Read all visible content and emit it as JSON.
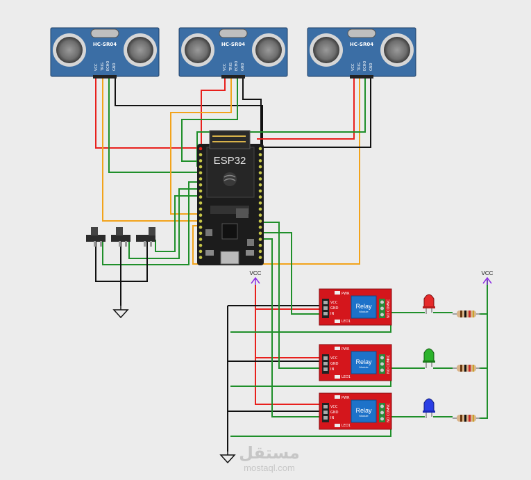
{
  "sensors": [
    {
      "model": "HC-SR04",
      "pins": [
        "VCC",
        "TRIG",
        "ECHO",
        "GND"
      ]
    },
    {
      "model": "HC-SR04",
      "pins": [
        "VCC",
        "TRIG",
        "ECHO",
        "GND"
      ]
    },
    {
      "model": "HC-SR04",
      "pins": [
        "VCC",
        "TRIG",
        "ECHO",
        "GND"
      ]
    }
  ],
  "mcu": {
    "label": "ESP32"
  },
  "power": {
    "vcc_left": "VCC",
    "vcc_right": "VCC"
  },
  "relays": [
    {
      "title": "Relay",
      "subtitle": "Module",
      "pwr": "PWR",
      "vcc": "VCC",
      "gnd": "GND",
      "in": "IN",
      "led": "LED1"
    },
    {
      "title": "Relay",
      "subtitle": "Module",
      "pwr": "PWR",
      "vcc": "VCC",
      "gnd": "GND",
      "in": "IN",
      "led": "LED1"
    },
    {
      "title": "Relay",
      "subtitle": "Module",
      "pwr": "PWR",
      "vcc": "VCC",
      "gnd": "GND",
      "in": "IN",
      "led": "LED1"
    }
  ],
  "relay_terminals": [
    "NC",
    "COM",
    "NO"
  ],
  "leds": [
    {
      "color_name": "red",
      "color": "#e52a2a"
    },
    {
      "color_name": "green",
      "color": "#2cb32c"
    },
    {
      "color_name": "blue",
      "color": "#2a3ee5"
    }
  ],
  "watermark": {
    "arabic": "مستقل",
    "latin": "mostaql.com"
  },
  "colors": {
    "wire_red": "#e8201c",
    "wire_black": "#111111",
    "wire_orange": "#f2a31b",
    "wire_green": "#1f8f2a",
    "board": "#1c1c1c",
    "sensor": "#3b6ea5",
    "relay": "#d4161c",
    "relay_blue": "#1d72c9"
  }
}
